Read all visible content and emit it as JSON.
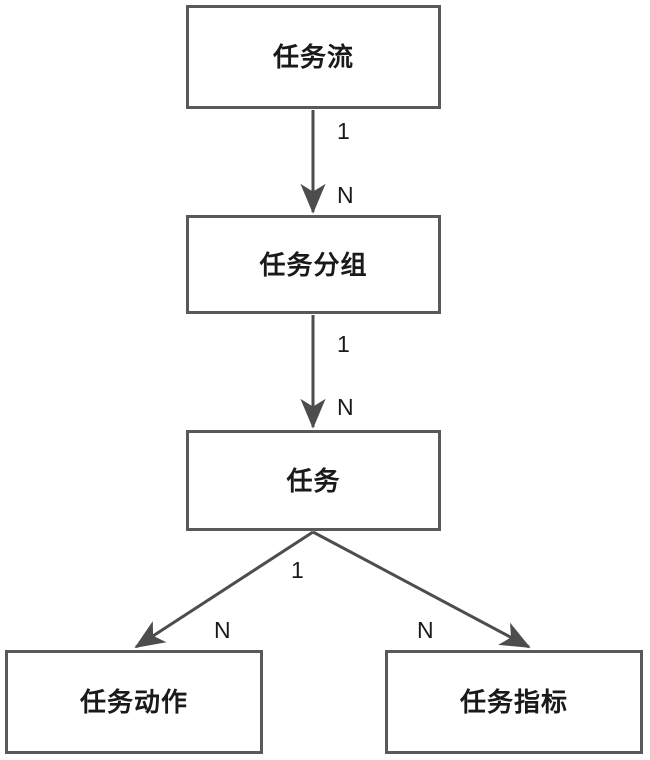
{
  "diagram": {
    "type": "entity-relationship-flow",
    "nodes": [
      {
        "id": "taskflow",
        "label": "任务流"
      },
      {
        "id": "taskgroup",
        "label": "任务分组"
      },
      {
        "id": "task",
        "label": "任务"
      },
      {
        "id": "taskaction",
        "label": "任务动作"
      },
      {
        "id": "taskmetric",
        "label": "任务指标"
      }
    ],
    "edges": [
      {
        "id": "flow-group",
        "from": "taskflow",
        "to": "taskgroup",
        "source_label": "1",
        "target_label": "N"
      },
      {
        "id": "group-task",
        "from": "taskgroup",
        "to": "task",
        "source_label": "1",
        "target_label": "N"
      },
      {
        "id": "task-action",
        "from": "task",
        "to": "taskaction",
        "source_label": "1",
        "target_label": "N"
      },
      {
        "id": "task-metric",
        "from": "task",
        "to": "taskmetric",
        "source_label": "",
        "target_label": "N"
      }
    ],
    "colors": {
      "box_border": "#595959",
      "box_fill": "#ffffff",
      "edge_stroke": "#4d4d4d",
      "text": "#1a1a1a",
      "background": "#ffffff"
    }
  }
}
